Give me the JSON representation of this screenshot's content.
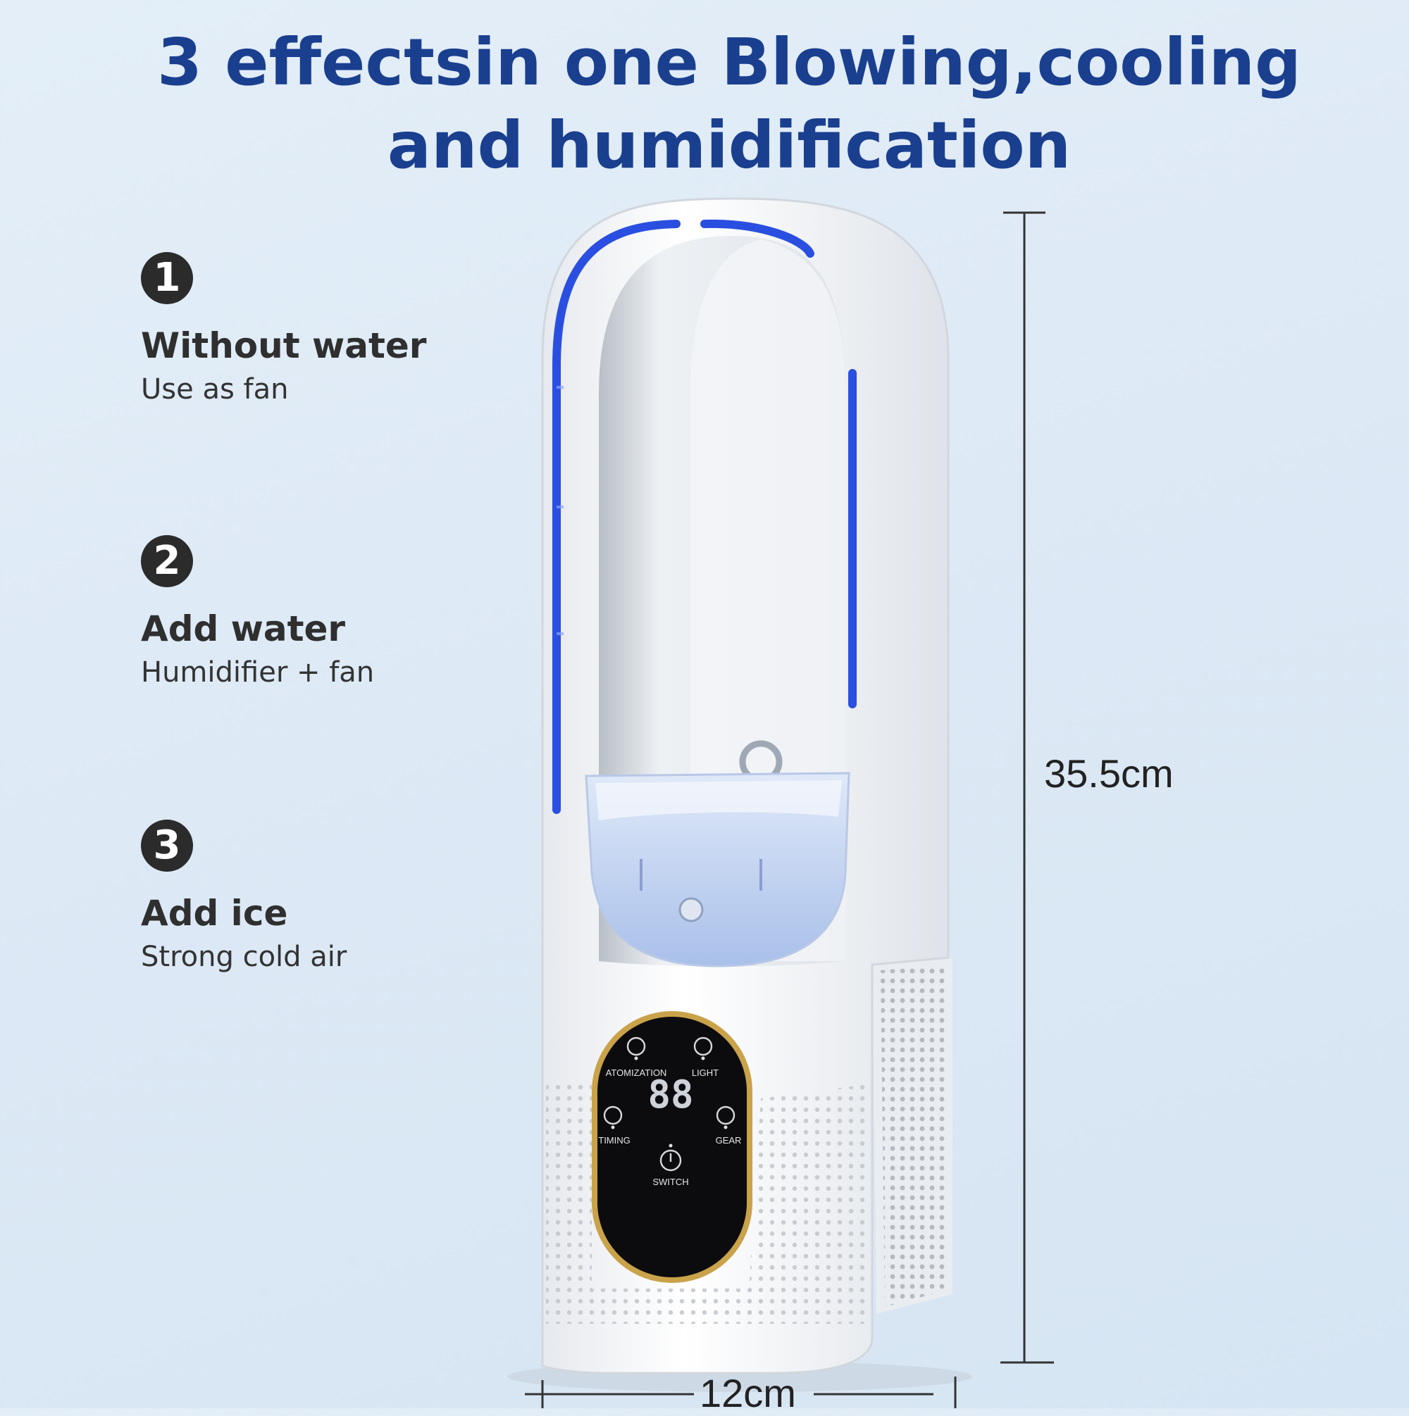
{
  "headline": {
    "line1": "3 effectsin one Blowing,cooling",
    "line2": "and humidification"
  },
  "features": [
    {
      "number": "1",
      "title": "Without water",
      "subtitle": "Use as fan"
    },
    {
      "number": "2",
      "title": "Add water",
      "subtitle": "Humidifier + fan"
    },
    {
      "number": "3",
      "title": "Add ice",
      "subtitle": "Strong cold air"
    }
  ],
  "dimensions": {
    "height": "35.5cm",
    "width": "12cm"
  },
  "control_panel": {
    "display": "88",
    "atomization": "ATOMIZATION",
    "light": "LIGHT",
    "timing": "TIMING",
    "gear": "GEAR",
    "switch": "SWITCH"
  },
  "colors": {
    "headline": "#1a3f8f",
    "led_blue": "#2a4fe0",
    "panel_gold": "#c9a24a",
    "body_white": "#f6f7f9"
  }
}
